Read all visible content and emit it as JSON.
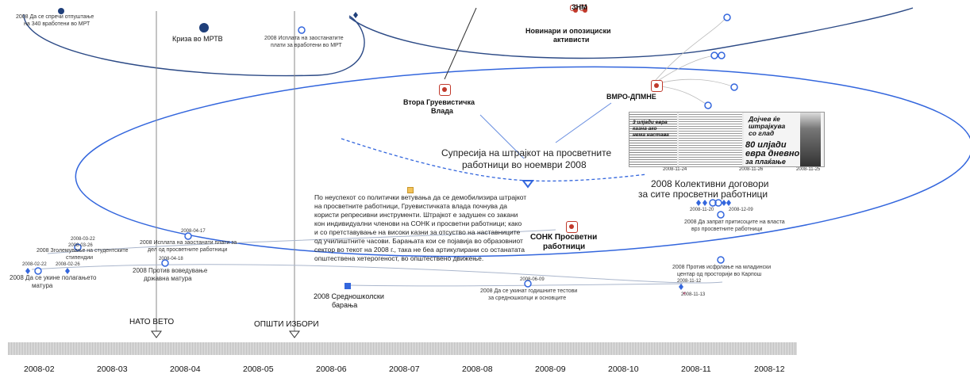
{
  "colors": {
    "accent": "#3366dd",
    "dark_node": "#1f3f7a",
    "icon_red": "#c0392b",
    "axis_gray": "#d0d0d0"
  },
  "labels": {
    "top_left_1": "2008 Да се спречи отпуштање",
    "top_left_2": "на 340 вработени во МРТ",
    "kriza": "Криза во МРТВ",
    "isplata_1": "2008 Исплата на заостанатите",
    "isplata_2": "плати за вработени во МРТ",
    "znm": "ЗНМ",
    "novinari_1": "Новинари и опозициски",
    "novinari_2": "активисти",
    "vtora_1": "Втора Груевистичка",
    "vtora_2": "Влада",
    "vmro": "ВМРО-ДПМНЕ",
    "supresija_1": "Супресија на штрајкот на просветните",
    "supresija_2": "работници во ноември 2008",
    "kolektivni_1": "2008 Колективни договори",
    "kolektivni_2": "за сите просветни работници",
    "zaprat_1": "2008 Да запрат притисоците на власта",
    "zaprat_2": "врз просветните работници",
    "sonk_1": "СОНК Просветни",
    "sonk_2": "работници",
    "description": "По неуспехот со политички ветувања да се демобилизира штрајкот на просветните работници, Груевистичката влада почнува да користи репресивни инструменти. Штрајкот е задушен со закани кон индивидуални членови на СОНК и просветни работници; како и со претставување на високи казни за отсуство на наставниците од училиштните часови. Барањата кои се појавија во образовниот сектор во текот на 2008 г., така  не беа артикулирани со останатата општествена хетерогеност, во општествено движење.",
    "isplata_del_1": "2008 Исплата на заостанати плати за",
    "isplata_del_2": "дел од просветните работници",
    "zgolemuvanje_1": "2008 Зголемување на студентските",
    "zgolemuvanje_2": "стипендии",
    "ukine_1": "2008 Да се укине полагањето",
    "ukine_2": "матура",
    "protiv_matura_1": "2008 Против воведување",
    "protiv_matura_2": "државна матура",
    "srednoskolski_1": "2008 Средношколски",
    "srednoskolski_2": "барања",
    "testovi_1": "2008 Да се укинат годишните тестови",
    "testovi_2": "за средношколци и основците",
    "karpos_1": "2008 Против исфрлање на младински",
    "karpos_2": "центар од просторији во Карпош",
    "nato": "НАТО ВЕТО",
    "izbori": "ОПШТИ ИЗБОРИ",
    "date_0222": "2008-02-22",
    "date_0226": "2008-02-26",
    "date_0322": "2008-03-22",
    "date_0326": "2008-03-26",
    "date_0417": "2008-04-17",
    "date_0418": "2008-04-18",
    "date_0609": "2008-06-09",
    "date_1112": "2008-11-12",
    "date_1113": "2008-11-13",
    "date_1120": "2008-11-20",
    "date_1124": "2008-11-24",
    "date_1125": "2008-11-25",
    "date_1126": "2008-11-26",
    "date_1209": "2008-12-09"
  },
  "newspaper": {
    "headline_1": "3 илјади евра",
    "headline_2": "казна ако",
    "headline_3": "нема настава",
    "headline_4": "80 илјади",
    "headline_5": "евра дневно",
    "headline_6": "за плаќање",
    "headline_7": "Дојчев ќе",
    "headline_8": "штрајкува",
    "headline_9": "со глад"
  },
  "timeline": {
    "months": [
      "2008-02",
      "2008-03",
      "2008-04",
      "2008-05",
      "2008-06",
      "2008-07",
      "2008-08",
      "2008-09",
      "2008-10",
      "2008-11",
      "2008-12"
    ]
  }
}
